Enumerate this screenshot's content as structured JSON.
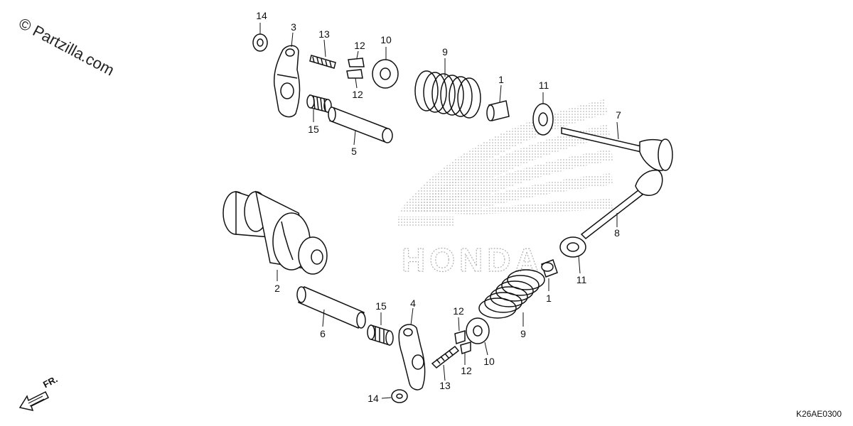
{
  "watermark": "© Partzilla.com",
  "diagram_code": "K26AE0300",
  "front_arrow_label": "FR.",
  "logo_text": "HONDA",
  "callouts": {
    "c14_top": "14",
    "c3": "3",
    "c13_top": "13",
    "c12_top_a": "12",
    "c12_top_b": "12",
    "c10_top": "10",
    "c9_top": "9",
    "c1_top": "1",
    "c11_top": "11",
    "c7": "7",
    "c15_top": "15",
    "c5": "5",
    "c2": "2",
    "c8": "8",
    "c11_bot": "11",
    "c1_bot": "1",
    "c6": "6",
    "c15_bot": "15",
    "c4": "4",
    "c12_bot_a": "12",
    "c12_bot_b": "12",
    "c9_bot": "9",
    "c10_bot": "10",
    "c13_bot": "13",
    "c14_bot": "14"
  }
}
